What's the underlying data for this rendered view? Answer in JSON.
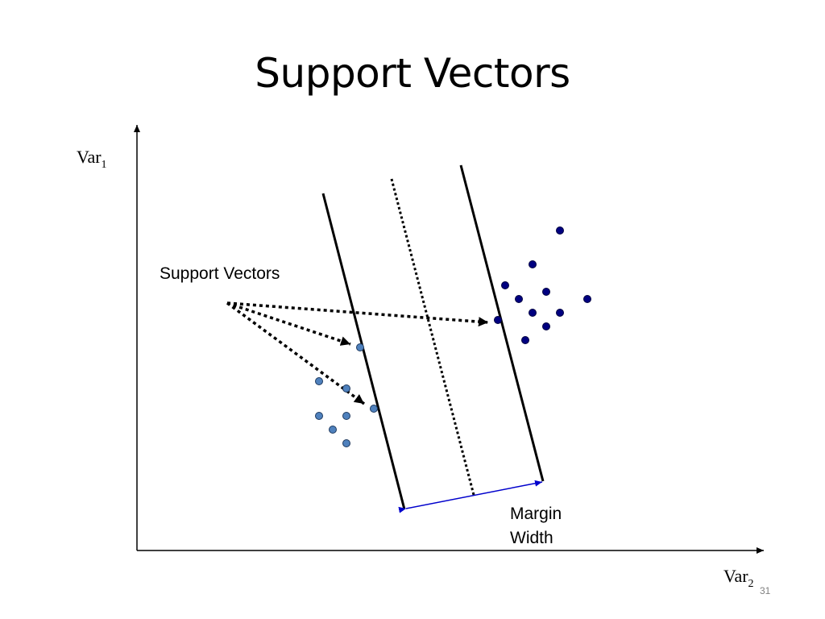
{
  "slide": {
    "title": "Support Vectors",
    "page_number": "31"
  },
  "axes": {
    "y_label": {
      "base": "Var",
      "sub": "1"
    },
    "x_label": {
      "base": "Var",
      "sub": "2"
    }
  },
  "annotations": {
    "support_vectors": "Support Vectors",
    "margin_width_line1": "Margin",
    "margin_width_line2": "Width"
  },
  "colors": {
    "class_a_fill": "#4f81bd",
    "class_b_fill": "#000080",
    "margin_arrow": "#0000cc",
    "lines": "#000000"
  }
}
